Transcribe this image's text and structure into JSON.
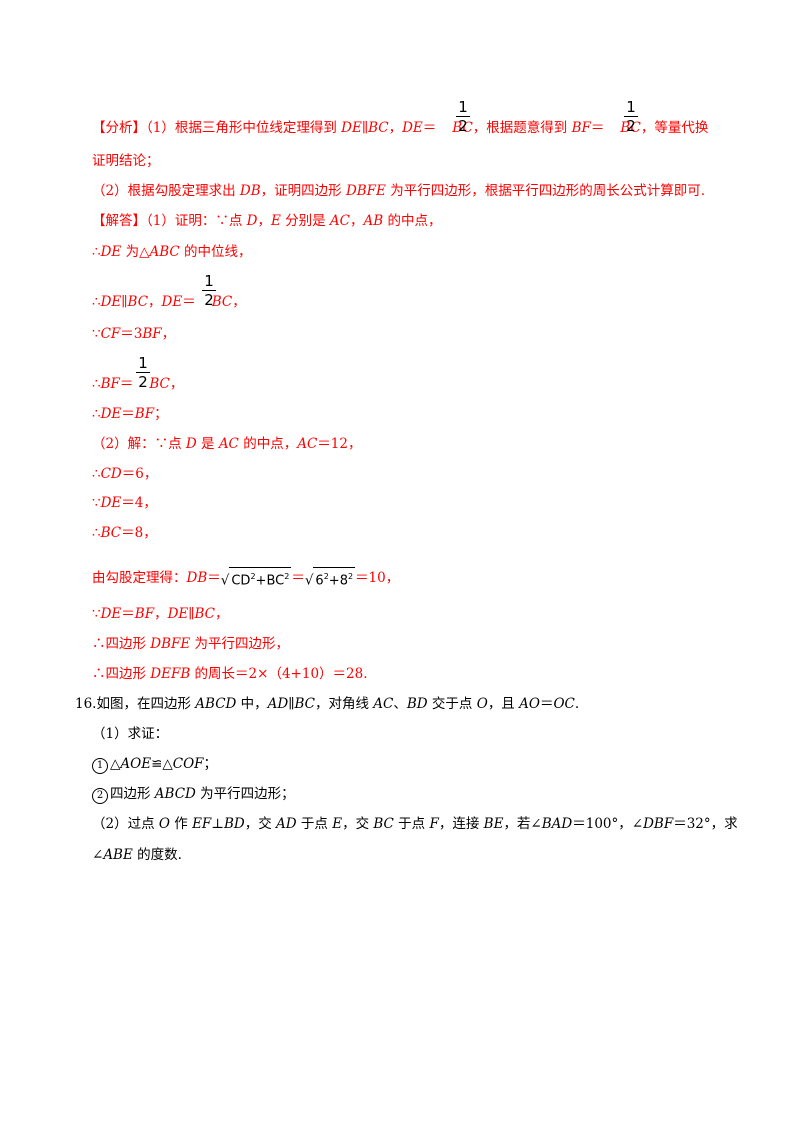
{
  "analysis": {
    "tag": "【分析】",
    "p1_a": "（1）根据三角形中位线定理得到 ",
    "p1_de": "DE",
    "p1_par": "∥",
    "p1_bc": "BC",
    "p1_b": "，",
    "p1_de2": "DE",
    "p1_eq": "＝",
    "p1_bc2": "BC",
    "p1_c": "，根据题意得到 ",
    "p1_bf": "BF",
    "p1_eq2": "＝",
    "p1_bc3": "BC",
    "p1_d": "，等量代换",
    "p1_cont": "证明结论；",
    "p2_a": "（2）根据勾股定理求出 ",
    "p2_db": "DB",
    "p2_b": "，证明四边形 ",
    "p2_dbfe": "DBFE",
    "p2_c": " 为平行四边形，根据平行四边形的周长公式计算即可."
  },
  "frac": {
    "num": "1",
    "den": "2"
  },
  "solution": {
    "tag": "【解答】",
    "l1_a": "（1）证明：∵点 ",
    "l1_d": "D",
    "l1_b": "，",
    "l1_e": "E",
    "l1_c": " 分别是 ",
    "l1_ac": "AC",
    "l1_d2": "，",
    "l1_ab": "AB",
    "l1_e2": " 的中点，",
    "l2_a": "∴",
    "l2_de": "DE",
    "l2_b": " 为△",
    "l2_abc": "ABC",
    "l2_c": " 的中位线，",
    "l3_a": "∴",
    "l3_de": "DE",
    "l3_par": "∥",
    "l3_bc": "BC",
    "l3_b": "，",
    "l3_de2": "DE",
    "l3_eq": "＝",
    "l3_bc2": "BC",
    "l3_c": "，",
    "l4_a": "∵",
    "l4_cf": "CF",
    "l4_b": "＝3",
    "l4_bf": "BF",
    "l4_c": "，",
    "l5_a": "∴",
    "l5_bf": "BF",
    "l5_eq": "＝",
    "l5_bc": "BC",
    "l5_c": "，",
    "l6_a": "∴",
    "l6_de": "DE",
    "l6_b": "＝",
    "l6_bf": "BF",
    "l6_c": "；",
    "l7_a": "（2）解：∵点 ",
    "l7_d": "D",
    "l7_b": " 是 ",
    "l7_ac": "AC",
    "l7_c": " 的中点，",
    "l7_ac2": "AC",
    "l7_d2": "＝12，",
    "l8_a": "∴",
    "l8_cd": "CD",
    "l8_b": "＝6，",
    "l9_a": "∵",
    "l9_de": "DE",
    "l9_b": "＝4，",
    "l10_a": "∴",
    "l10_bc": "BC",
    "l10_b": "＝8，",
    "l11_a": "由勾股定理得：",
    "l11_db": "DB",
    "l11_eq": "＝",
    "l11_rad1": "CD",
    "l11_rad1b": "+BC",
    "l11_exp": "2",
    "l11_eq2": "＝",
    "l11_rad2": "6",
    "l11_rad2b": "+8",
    "l11_res": "＝10，",
    "l12_a": "∵",
    "l12_de": "DE",
    "l12_b": "＝",
    "l12_bf": "BF",
    "l12_c": "，",
    "l12_de2": "DE",
    "l12_par": "∥",
    "l12_bc": "BC",
    "l12_d": "，",
    "l13_a": "∴四边形 ",
    "l13_dbfe": "DBFE",
    "l13_b": " 为平行四边形，",
    "l14_a": "∴四边形 ",
    "l14_defb": "DEFB",
    "l14_b": " 的周长＝2×（4+10）＝28."
  },
  "q16": {
    "num": "16.",
    "a": "如图，在四边形 ",
    "abcd": "ABCD",
    "b": " 中，",
    "ad": "AD",
    "par": "∥",
    "bc": "BC",
    "c": "，对角线 ",
    "ac": "AC",
    "d": "、",
    "bd": "BD",
    "e": " 交于点 ",
    "o": "O",
    "f": "，且 ",
    "ao": "AO",
    "g": "＝",
    "oc": "OC",
    "h": ".",
    "p1": "（1）求证：",
    "c1": "1",
    "i1_a": "△",
    "i1_aoe": "AOE",
    "i1_b": "≌△",
    "i1_cof": "COF",
    "i1_c": "；",
    "c2": "2",
    "i2_a": "四边形 ",
    "i2_abcd": "ABCD",
    "i2_b": " 为平行四边形；",
    "p2_a": "（2）过点 ",
    "p2_o": "O",
    "p2_b": " 作 ",
    "p2_ef": "EF",
    "p2_c": "⊥",
    "p2_bd": "BD",
    "p2_d": "，交 ",
    "p2_ad": "AD",
    "p2_e": " 于点 ",
    "p2_e2": "E",
    "p2_f": "，交 ",
    "p2_bc": "BC",
    "p2_g": " 于点 ",
    "p2_f2": "F",
    "p2_h": "，连接 ",
    "p2_be": "BE",
    "p2_i": "，若∠",
    "p2_bad": "BAD",
    "p2_j": "＝100°，∠",
    "p2_dbf": "DBF",
    "p2_k": "＝32°，求",
    "p2_cont_a": "∠",
    "p2_abe": "ABE",
    "p2_cont_b": " 的度数."
  }
}
